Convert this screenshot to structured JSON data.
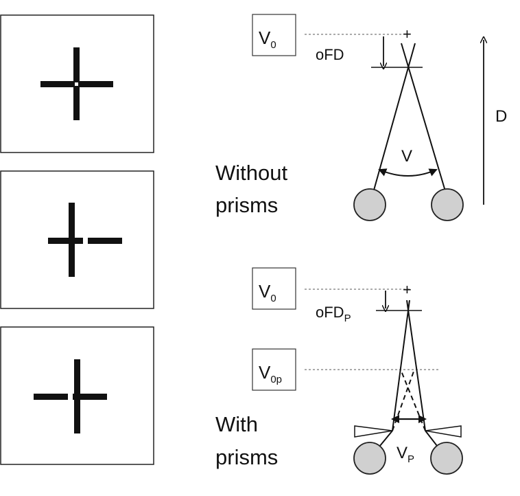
{
  "panels": [
    {
      "id": "aligned"
    },
    {
      "id": "right-arm-displaced"
    },
    {
      "id": "left-arm-displaced"
    }
  ],
  "without_prisms": {
    "label_line1": "Without",
    "label_line2": "prisms",
    "v0_label": "V",
    "v0_sub": "0",
    "ofd_label": "oFD",
    "vergence_label": "V",
    "distance_label": "D",
    "target_symbol": "+"
  },
  "with_prisms": {
    "label_line1": "With",
    "label_line2": "prisms",
    "v0_label": "V",
    "v0_sub": "0",
    "v0p_label": "V",
    "v0p_sub": "0p",
    "ofd_label": "oFD",
    "ofd_sub": "P",
    "vergence_label": "V",
    "vergence_sub": "P",
    "target_symbol": "+"
  },
  "colors": {
    "line": "#111111",
    "eye_fill": "#d0d0d0",
    "dashed_reference": "#555555"
  }
}
